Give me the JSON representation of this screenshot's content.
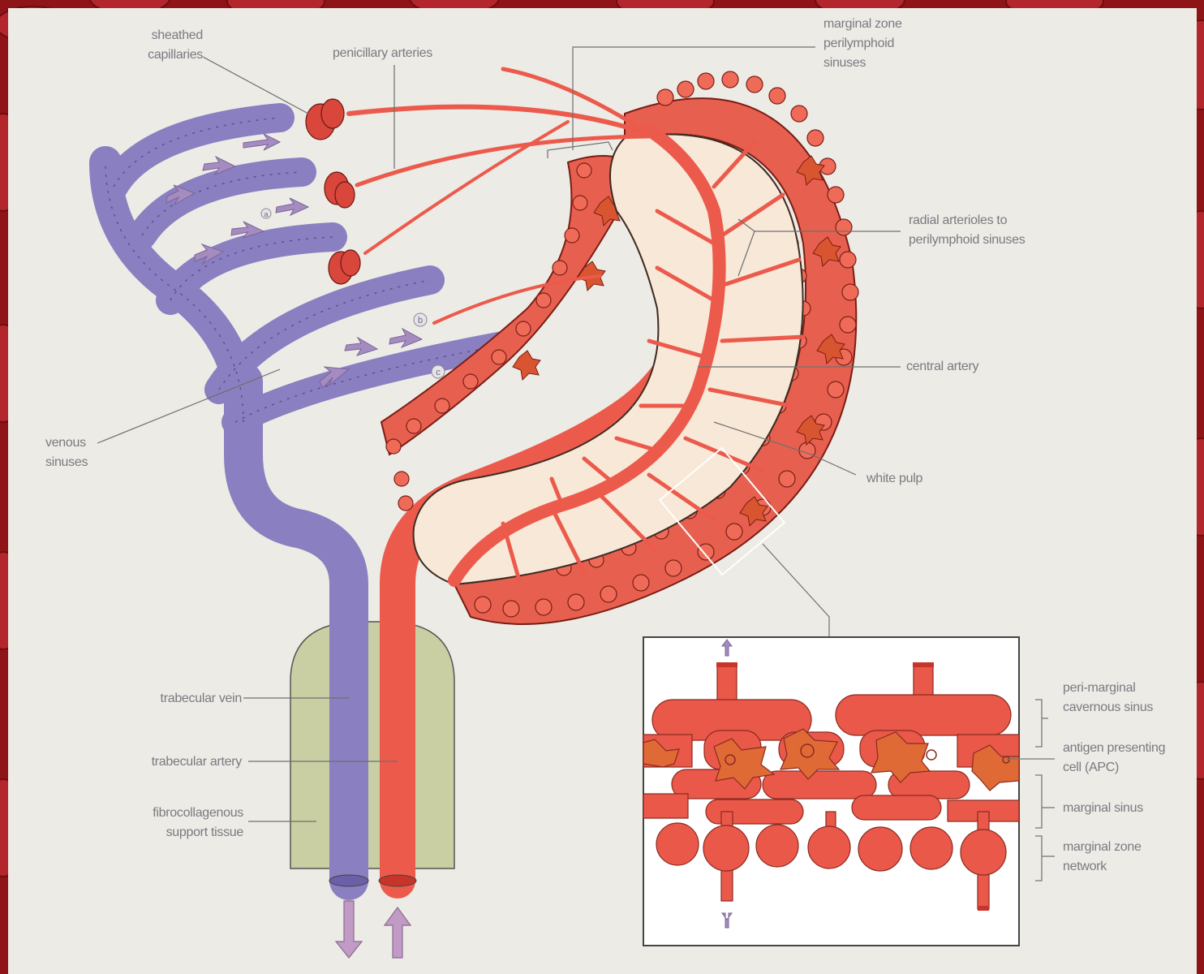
{
  "labels": {
    "sheathed_capillaries": "sheathed\ncapillaries",
    "penicillary_arteries": "penicillary arteries",
    "marginal_zone_perilymphoid_sinuses": "marginal zone\nperilymphoid\nsinuses",
    "radial_arterioles": "radial arterioles to\nperilymphoid sinuses",
    "central_artery": "central artery",
    "white_pulp": "white pulp",
    "venous_sinuses": "venous\nsinuses",
    "trabecular_vein": "trabecular vein",
    "trabecular_artery": "trabecular artery",
    "fibrocollagenous_support_tissue": "fibrocollagenous\nsupport tissue",
    "peri_marginal_cavernous_sinus": "peri-marginal\ncavernous sinus",
    "antigen_presenting_cell": "antigen presenting\ncell (APC)",
    "marginal_sinus": "marginal sinus",
    "marginal_zone_network": "marginal zone\nnetwork"
  },
  "markers": {
    "a": "a",
    "b": "b",
    "c": "c"
  },
  "colors": {
    "background_frame": "#8e1418",
    "panel": "#ecebe5",
    "vein": "#8a7fc0",
    "artery": "#ec5a4c",
    "red_pulp_cells": "#e7604f",
    "white_pulp": "#f7e8d8",
    "support_tissue": "#c9cfa3",
    "apc": "#e06a35"
  }
}
